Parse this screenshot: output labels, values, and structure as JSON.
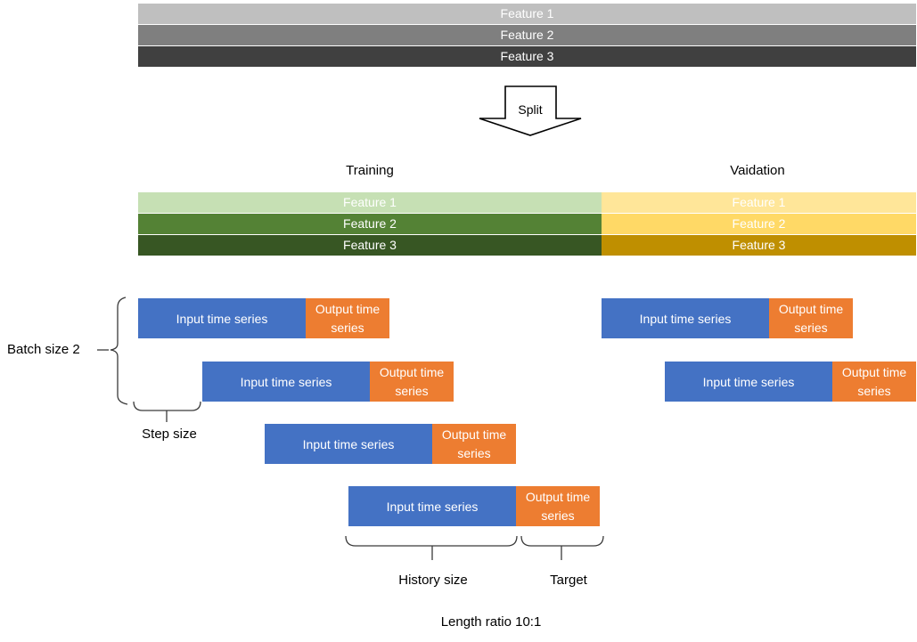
{
  "diagram": {
    "source_series": {
      "rows": [
        {
          "label": "Feature 1",
          "color": "#bfbfbf"
        },
        {
          "label": "Feature 2",
          "color": "#7f7f7f"
        },
        {
          "label": "Feature 3",
          "color": "#404040"
        }
      ]
    },
    "split": {
      "label": "Split"
    },
    "training": {
      "title": "Training",
      "rows": [
        {
          "label": "Feature 1",
          "color": "#c6e0b4"
        },
        {
          "label": "Feature 2",
          "color": "#548235"
        },
        {
          "label": "Feature 3",
          "color": "#375623"
        }
      ]
    },
    "validation": {
      "title": "Vaidation",
      "rows": [
        {
          "label": "Feature 1",
          "color": "#ffe699"
        },
        {
          "label": "Feature 2",
          "color": "#ffd966"
        },
        {
          "label": "Feature 3",
          "color": "#bf8f00"
        }
      ]
    },
    "windows": {
      "input_label": "Input time series",
      "output_label": "Output time series",
      "input_color": "#4472c4",
      "output_color": "#ed7d31",
      "training_window_count": 4,
      "validation_window_count": 2
    },
    "annotations": {
      "batch_size": "Batch size 2",
      "step_size": "Step size",
      "history_size": "History size",
      "target": "Target",
      "length_ratio": "Length ratio 10:1"
    }
  }
}
